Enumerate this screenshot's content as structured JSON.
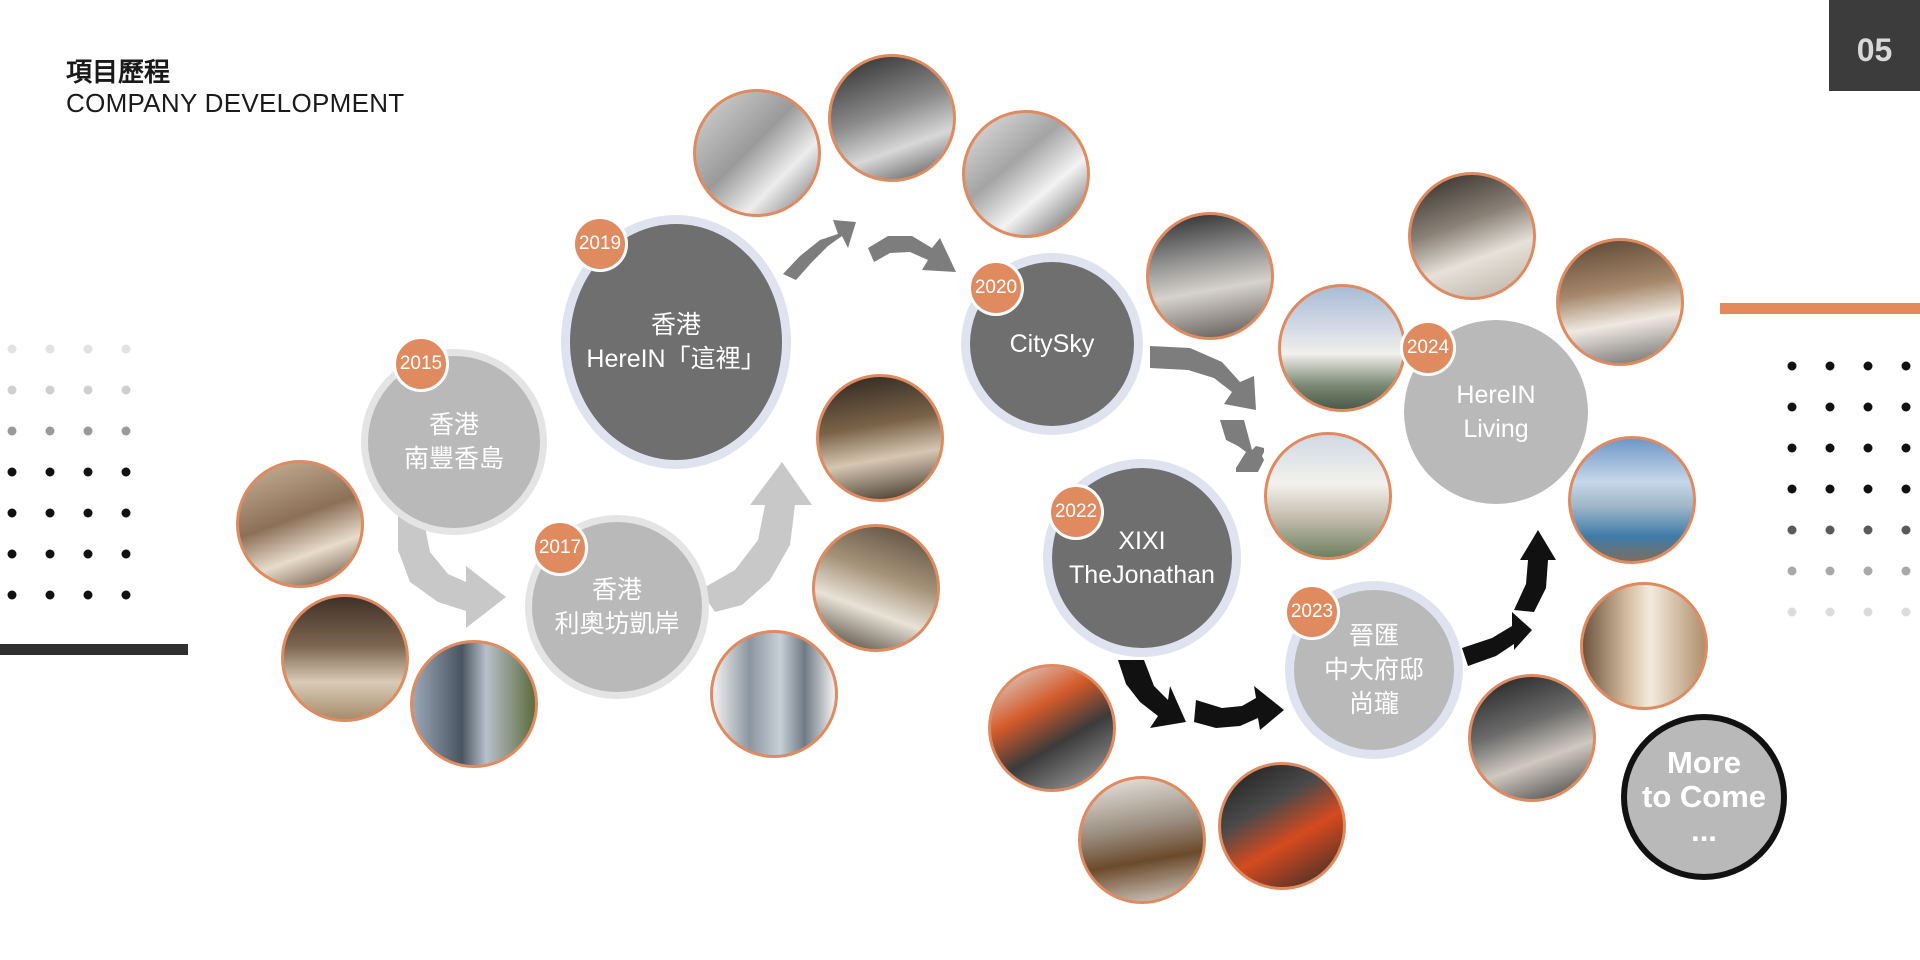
{
  "header": {
    "title_cn": "項目歷程",
    "title_en": "COMPANY DEVELOPMENT",
    "page_number": "05"
  },
  "colors": {
    "accent": "#e08a60",
    "node_dark": "#6f6f6f",
    "node_light": "#b9b9b9",
    "arrow_light": "#c8c8c8",
    "arrow_mid": "#7d7d7d",
    "arrow_black": "#111111"
  },
  "nodes": [
    {
      "id": "2015",
      "year": "2015",
      "label": "香港\n南豐香島"
    },
    {
      "id": "2017",
      "year": "2017",
      "label": "香港\n利奧坊凱岸"
    },
    {
      "id": "2019",
      "year": "2019",
      "label": "香港\nHereIN「這裡」"
    },
    {
      "id": "2020",
      "year": "2020",
      "label": "CitySky"
    },
    {
      "id": "2022",
      "year": "2022",
      "label": "XIXI\nTheJonathan"
    },
    {
      "id": "2023",
      "year": "2023",
      "label": "晉匯\n中大府邸\n尚瓏"
    },
    {
      "id": "2024",
      "year": "2024",
      "label": "HereIN\nLiving"
    }
  ],
  "more": {
    "label": "More\nto Come\n..."
  },
  "photos": [
    {
      "id": "2015-living-room",
      "kind": "interior"
    },
    {
      "id": "2015-lounge",
      "kind": "interior"
    },
    {
      "id": "2015-tower",
      "kind": "building"
    },
    {
      "id": "2017-dining",
      "kind": "interior"
    },
    {
      "id": "2017-bathroom",
      "kind": "interior"
    },
    {
      "id": "2017-tower",
      "kind": "building"
    },
    {
      "id": "2019-room-a",
      "kind": "interior"
    },
    {
      "id": "2019-room-b",
      "kind": "interior"
    },
    {
      "id": "2019-room-c",
      "kind": "interior"
    },
    {
      "id": "2020-kitchen",
      "kind": "interior"
    },
    {
      "id": "2022-villa-a",
      "kind": "building"
    },
    {
      "id": "2022-villa-b",
      "kind": "building"
    },
    {
      "id": "2023-loft",
      "kind": "interior"
    },
    {
      "id": "2023-bedroom",
      "kind": "interior"
    },
    {
      "id": "2023-studio",
      "kind": "interior"
    },
    {
      "id": "2024-living",
      "kind": "interior"
    },
    {
      "id": "2024-kitchen",
      "kind": "interior"
    },
    {
      "id": "2024-pool",
      "kind": "outdoor"
    },
    {
      "id": "2024-corridor",
      "kind": "interior"
    },
    {
      "id": "2024-lobby",
      "kind": "interior"
    }
  ]
}
